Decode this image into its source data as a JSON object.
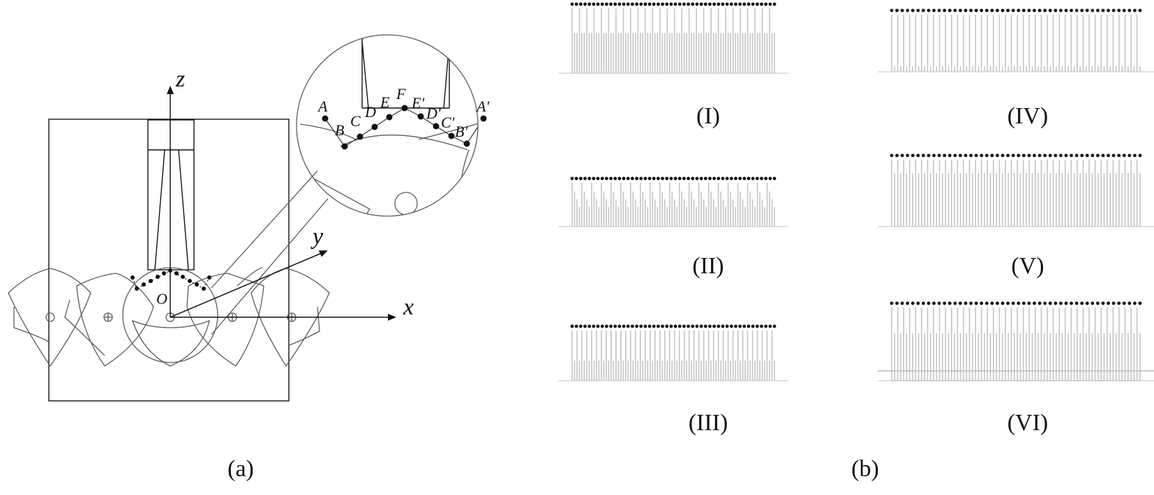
{
  "panel_a": {
    "caption": "(a)",
    "axis_labels": {
      "z": "z",
      "y": "y",
      "x": "x",
      "origin": "O"
    },
    "detail_points": {
      "left": [
        "A",
        "B",
        "C",
        "D",
        "E"
      ],
      "apex": "F",
      "right": [
        "E'",
        "D'",
        "C'",
        "B'",
        "A'"
      ]
    }
  },
  "panel_b": {
    "caption": "(b)",
    "subplots": [
      {
        "label": "(I)",
        "pattern": [
          1.0,
          0.62,
          0.62
        ]
      },
      {
        "label": "(II)",
        "pattern": [
          1.0,
          0.8,
          0.62,
          0.45
        ]
      },
      {
        "label": "(III)",
        "pattern": [
          1.0,
          0.4
        ]
      },
      {
        "label": "(IV)",
        "pattern": [
          1.0,
          0.1
        ]
      },
      {
        "label": "(V)",
        "pattern": [
          1.0,
          0.8
        ]
      },
      {
        "label": "(VI)",
        "pattern": [
          1.0,
          0.65
        ],
        "baseline_band": true
      }
    ],
    "stem_color": "#c4c4c4",
    "marker_color": "#111111"
  }
}
